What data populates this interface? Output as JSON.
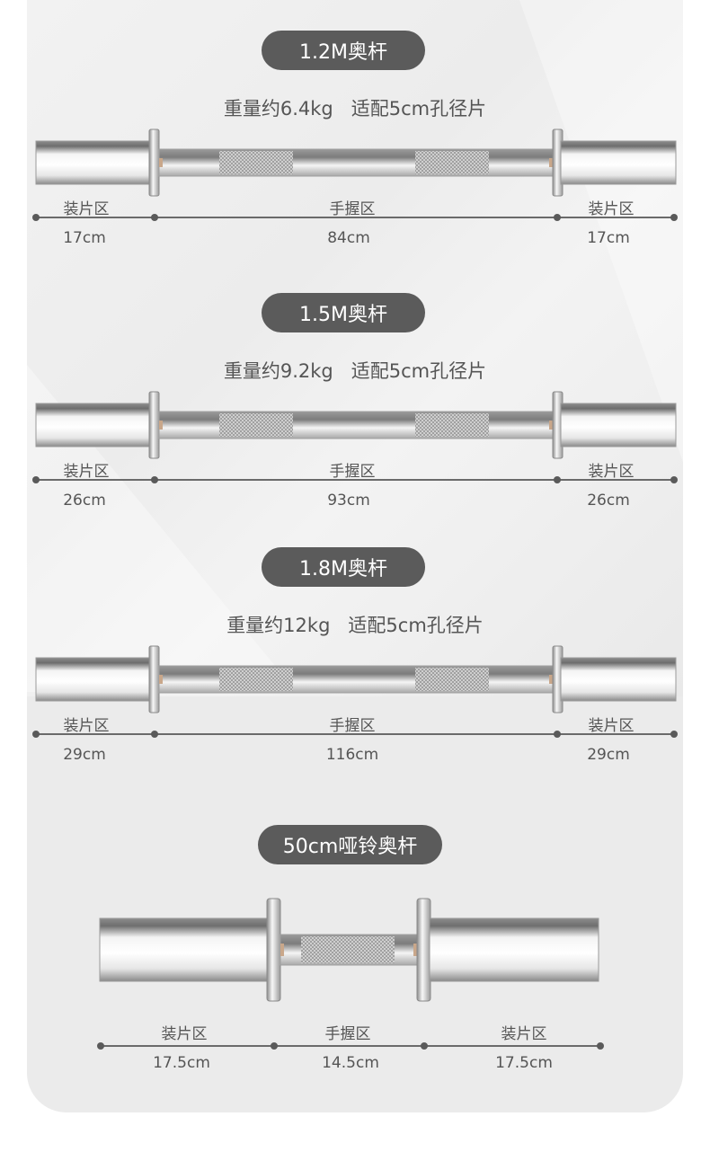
{
  "bars": [
    {
      "title": "1.2M奥杆",
      "subtitle": "重量约6.4kg   适配5cm孔径片",
      "zones": [
        "装片区",
        "手握区",
        "装片区"
      ],
      "lengths": [
        "17cm",
        "84cm",
        "17cm"
      ]
    },
    {
      "title": "1.5M奥杆",
      "subtitle": "重量约9.2kg   适配5cm孔径片",
      "zones": [
        "装片区",
        "手握区",
        "装片区"
      ],
      "lengths": [
        "26cm",
        "93cm",
        "26cm"
      ]
    },
    {
      "title": "1.8M奥杆",
      "subtitle": "重量约12kg   适配5cm孔径片",
      "zones": [
        "装片区",
        "手握区",
        "装片区"
      ],
      "lengths": [
        "29cm",
        "116cm",
        "29cm"
      ]
    }
  ],
  "dumbbell": {
    "title": "50cm哑铃奥杆",
    "zones": [
      "装片区",
      "手握区",
      "装片区"
    ],
    "lengths": [
      "17.5cm",
      "14.5cm",
      "17.5cm"
    ]
  },
  "colors": {
    "pill": "#5b5b5b",
    "card": "#ebebeb",
    "ruler": "#6a6a6a"
  }
}
